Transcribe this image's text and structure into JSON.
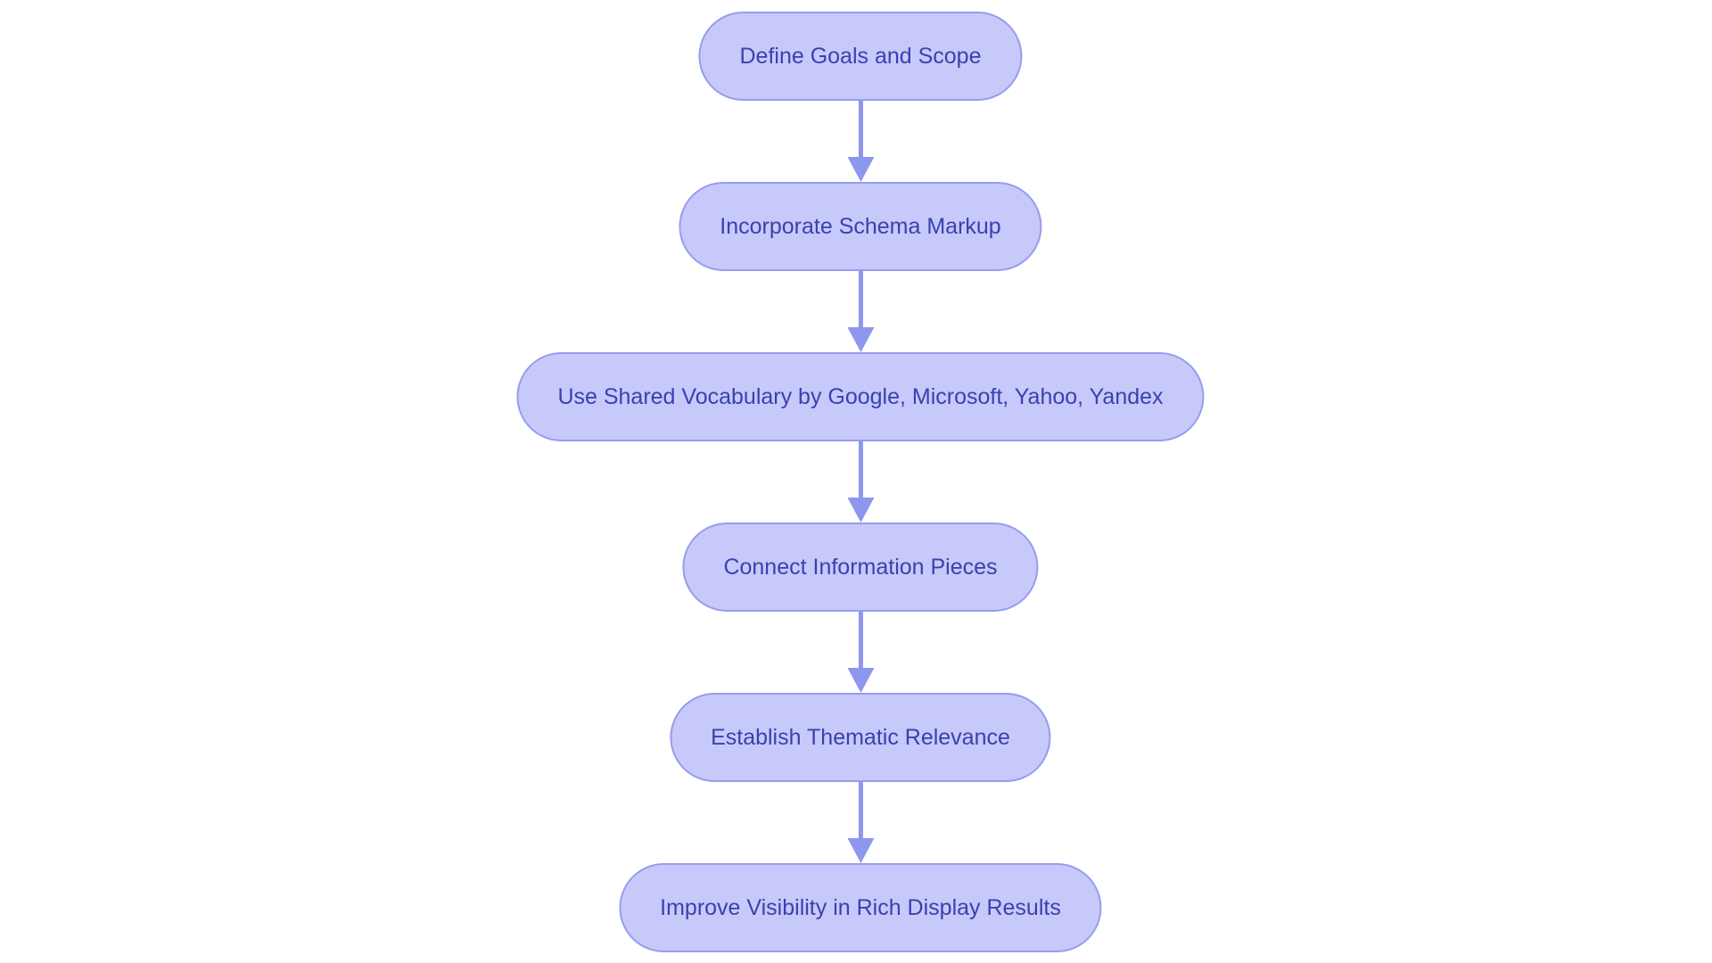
{
  "diagram": {
    "type": "flowchart",
    "direction": "top-down",
    "background_color": "#ffffff",
    "node_fill_color": "#c7c9fa",
    "node_border_color": "#959dee",
    "node_text_color": "#3a41ae",
    "arrow_color": "#8d97ee",
    "nodes": [
      {
        "id": "n1",
        "label": "Define Goals and Scope"
      },
      {
        "id": "n2",
        "label": "Incorporate Schema Markup"
      },
      {
        "id": "n3",
        "label": "Use Shared Vocabulary by Google, Microsoft, Yahoo, Yandex"
      },
      {
        "id": "n4",
        "label": "Connect Information Pieces"
      },
      {
        "id": "n5",
        "label": "Establish Thematic Relevance"
      },
      {
        "id": "n6",
        "label": "Improve Visibility in Rich Display Results"
      }
    ],
    "edges": [
      {
        "from": "n1",
        "to": "n2"
      },
      {
        "from": "n2",
        "to": "n3"
      },
      {
        "from": "n3",
        "to": "n4"
      },
      {
        "from": "n4",
        "to": "n5"
      },
      {
        "from": "n5",
        "to": "n6"
      }
    ]
  }
}
